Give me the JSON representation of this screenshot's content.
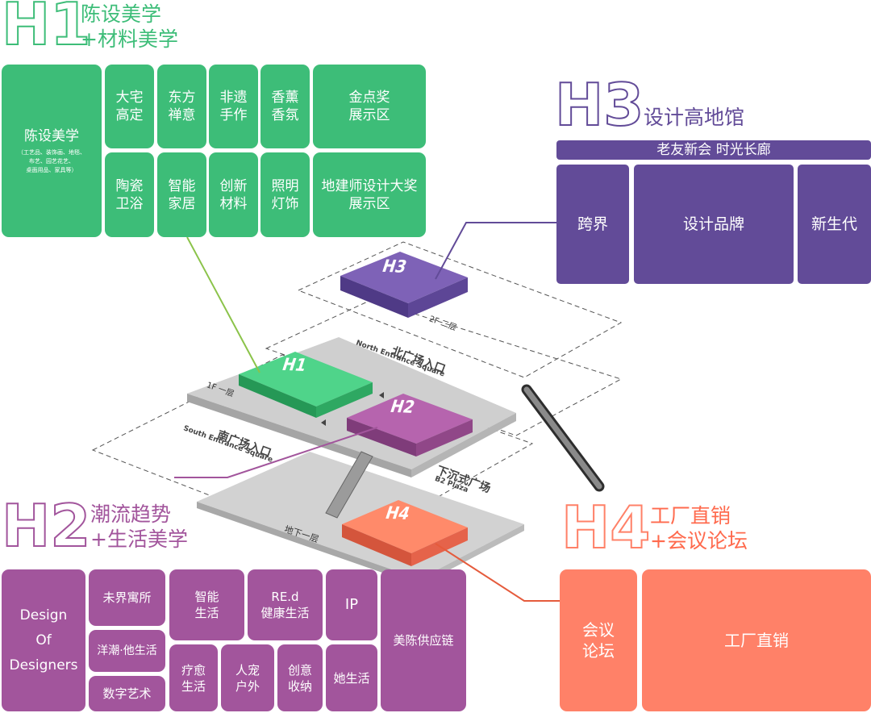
{
  "colors": {
    "h1": "#3dbd78",
    "h2": "#a2559c",
    "h3": "#624b98",
    "h4": "#ff8168",
    "floor": "#c8c8c8"
  },
  "h1": {
    "code": "H1",
    "title": "陈设美学\n+材料美学",
    "main_tile": {
      "label": "陈设美学",
      "sub": "（工艺品、装饰画、地毯、\n布艺、园艺花艺、\n桌面用品、家具等）"
    },
    "tiles": [
      "大宅\n高定",
      "东方\n禅意",
      "非遗\n手作",
      "香薰\n香氛",
      "金点奖\n展示区",
      "陶瓷\n卫浴",
      "智能\n家居",
      "创新\n材料",
      "照明\n灯饰",
      "地建师设计大奖\n展示区"
    ]
  },
  "h3": {
    "code": "H3",
    "title": "设计高地馆",
    "banner": "老友新会 时光长廊",
    "tiles": [
      "跨界",
      "设计品牌",
      "新生代"
    ]
  },
  "h2": {
    "code": "H2",
    "title": "潮流趋势\n+生活美学",
    "tiles": [
      "Design\nOf\nDesigners",
      "未界寓所",
      "洋潮·他生活",
      "数字艺术",
      "智能\n生活",
      "RE.d\n健康生活",
      "IP",
      "美陈供应链",
      "疗愈\n生活",
      "人宠\n户外",
      "创意\n收纳",
      "她生活"
    ]
  },
  "h4": {
    "code": "H4",
    "title": "工厂直销\n+会议论坛",
    "tiles": [
      "会议\n论坛",
      "工厂直销"
    ]
  },
  "map": {
    "floor_2f": "2F 二层",
    "floor_1f": "1F 一层",
    "floor_b": "地下一层",
    "north_cn": "北广场入口",
    "north_en": "North Entrance Square",
    "south_cn": "南广场入口",
    "south_en": "South Entrance Square",
    "b2_cn": "下沉式广场",
    "b2_en": "B2 Plaza",
    "block_h1": "H1",
    "block_h2": "H2",
    "block_h3": "H3",
    "block_h4": "H4"
  }
}
